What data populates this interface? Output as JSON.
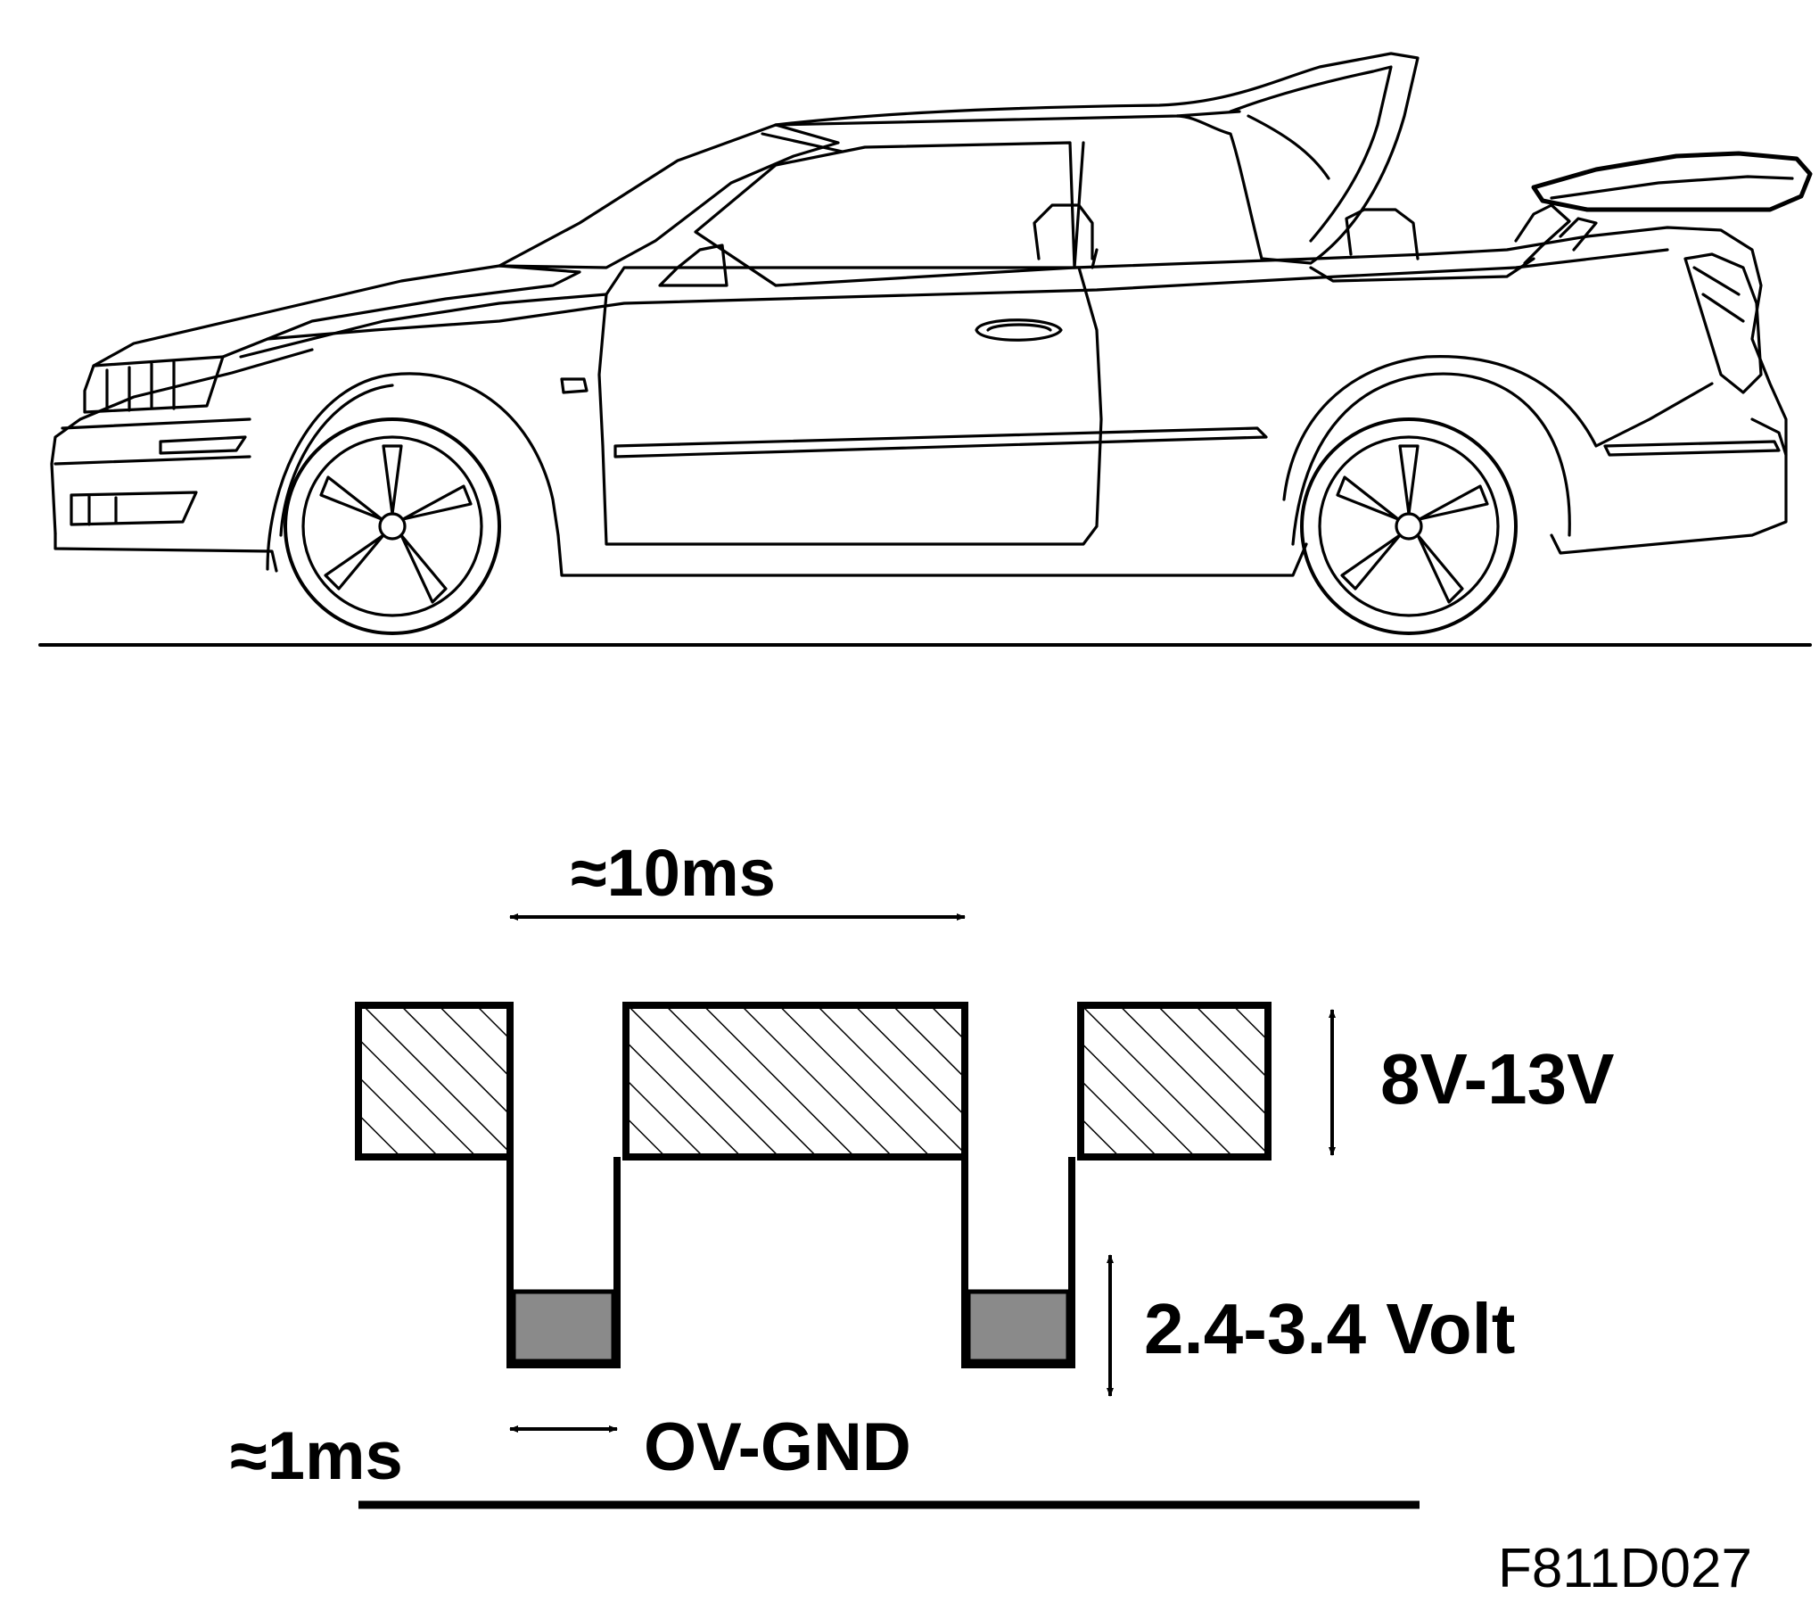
{
  "figure_code": "F811D027",
  "labels": {
    "period": "≈10ms",
    "high_level": "8V-13V",
    "low_level": "2.4-3.4 Volt",
    "pulse_width": "≈1ms",
    "ground": "OV-GND"
  },
  "colors": {
    "line": "#000000",
    "low_pulse_fill": "#8a8a8a",
    "background": "#ffffff"
  }
}
